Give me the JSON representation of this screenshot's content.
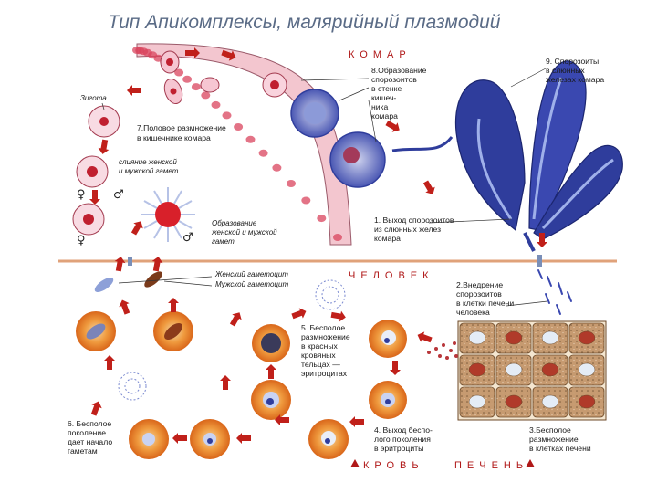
{
  "title": "Тип Апикомплексы, малярийный плазмодий",
  "sections": {
    "mosquito": "КОМАР",
    "human": "ЧЕЛОВЕК",
    "blood": "КРОВЬ",
    "liver": "ПЕЧЕНЬ"
  },
  "labels": {
    "zygote": "Зигота",
    "step7": [
      "7.Половое размножение",
      "в кишечнике комара"
    ],
    "fusion": [
      "слияние женской",
      "и мужской гамет"
    ],
    "gamete_formation": [
      "Образование",
      "женской и мужской",
      "гамет"
    ],
    "step8": [
      "8.Образование",
      "спорозоитов",
      "в стенке",
      "кишеч-",
      "ника",
      "комара"
    ],
    "step9": [
      "9. Спорозоиты",
      "в слюнных",
      "железах комара"
    ],
    "step1": [
      "1. Выход спорозоитов",
      "из слюнных желез",
      "комара"
    ],
    "female_gametocyte": "Женский гаметоцит",
    "male_gametocyte": "Мужской гаметоцит",
    "step2": [
      "2.Внедрение",
      "спорозоитов",
      "в клетки печени",
      "человека"
    ],
    "step5": [
      "5. Бесполое",
      "размножение",
      "в красных",
      "кровяных",
      "тельцах —",
      "эритроцитах"
    ],
    "step6": [
      "6. Бесполое",
      "поколение",
      "дает начало",
      "гаметам"
    ],
    "step4": [
      "4. Выход беспо-",
      "лого поколения",
      "в эритроциты"
    ],
    "step3": [
      "3.Бесполое",
      "размножение",
      "в клетках печени"
    ]
  },
  "symbols": {
    "female": "♀",
    "male": "♂"
  },
  "colors": {
    "title": "#5a6b86",
    "header": "#b01818",
    "arrow": "#c0201a",
    "divider": "#e0a27a",
    "erythrocyte": "#e57b22",
    "gut_cell": "#f3c6cf",
    "gland": "#2f3d9c",
    "liver_cell": "#b58a63"
  }
}
